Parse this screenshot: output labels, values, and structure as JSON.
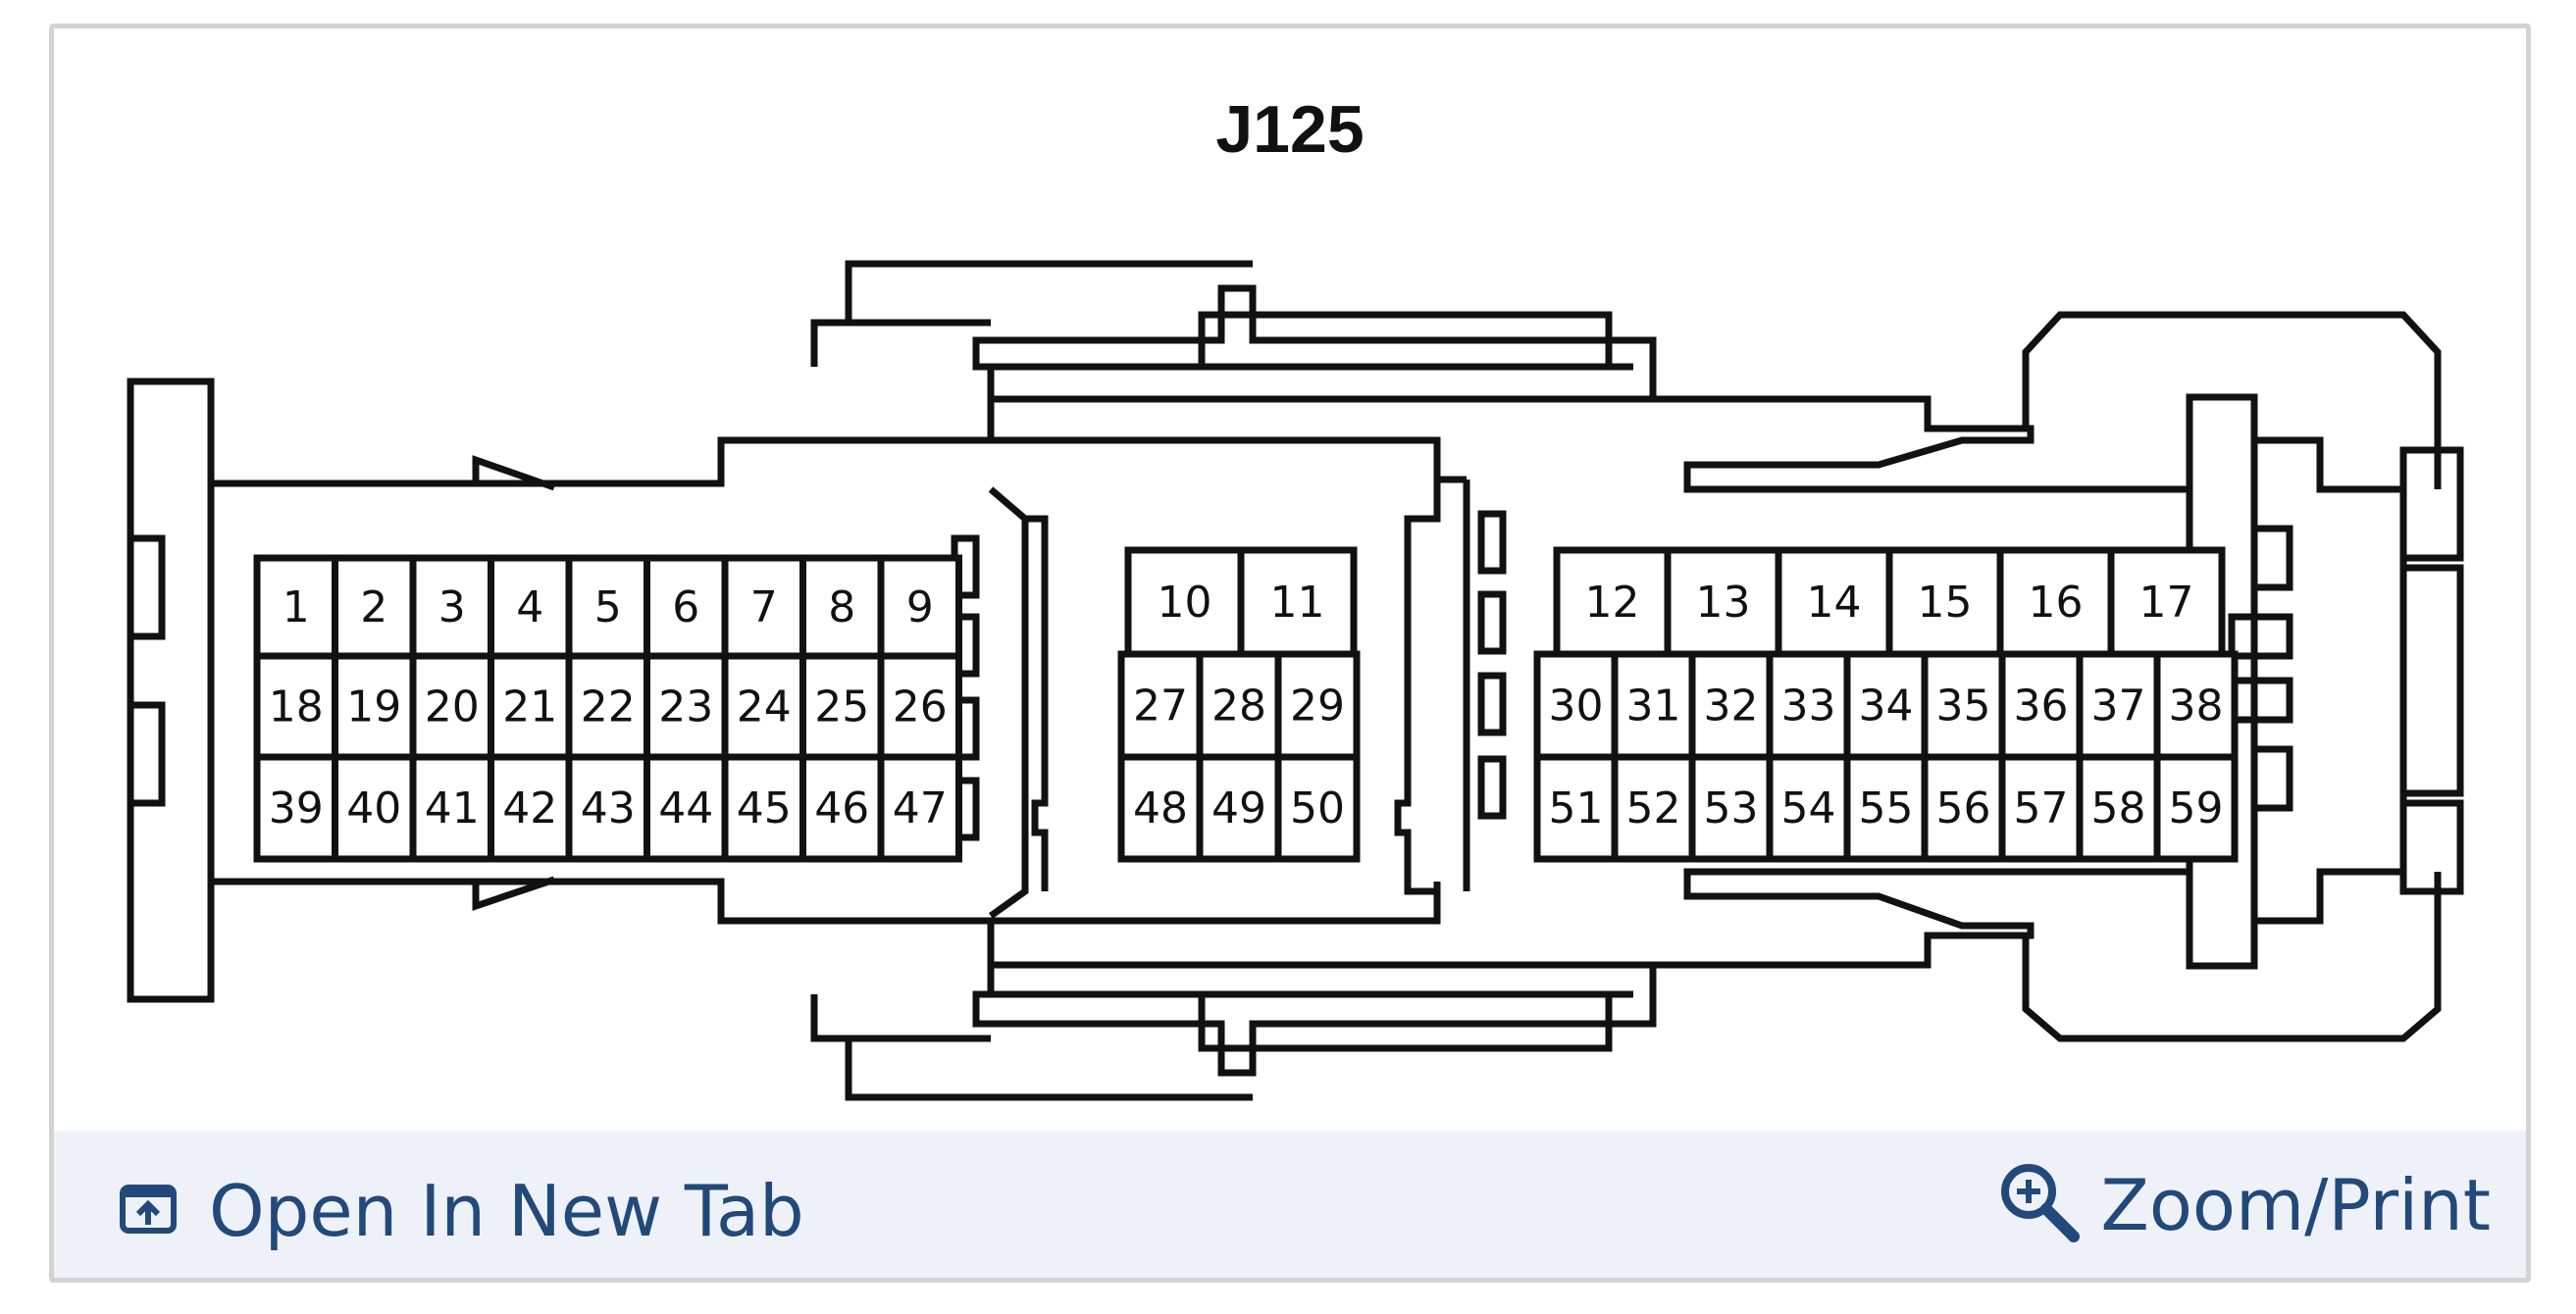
{
  "diagram": {
    "title": "J125",
    "pins": [
      "1",
      "2",
      "3",
      "4",
      "5",
      "6",
      "7",
      "8",
      "9",
      "10",
      "11",
      "12",
      "13",
      "14",
      "15",
      "16",
      "17",
      "18",
      "19",
      "20",
      "21",
      "22",
      "23",
      "24",
      "25",
      "26",
      "27",
      "28",
      "29",
      "30",
      "31",
      "32",
      "33",
      "34",
      "35",
      "36",
      "37",
      "38",
      "39",
      "40",
      "41",
      "42",
      "43",
      "44",
      "45",
      "46",
      "47",
      "48",
      "49",
      "50",
      "51",
      "52",
      "53",
      "54",
      "55",
      "56",
      "57",
      "58",
      "59"
    ]
  },
  "footer": {
    "open_label": "Open In New Tab",
    "zoom_label": "Zoom/Print"
  },
  "colors": {
    "link": "#22497a",
    "footer_bg": "#eef2f8",
    "line": "#111111"
  },
  "icons": {
    "open": "open-in-new-tab-icon",
    "zoom": "zoom-in-icon"
  }
}
